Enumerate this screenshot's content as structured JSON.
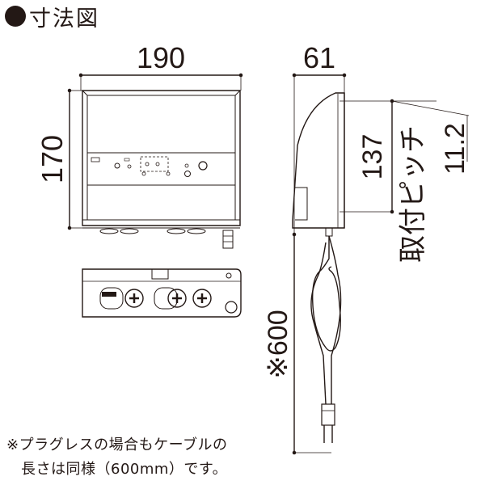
{
  "title": "寸法図",
  "dimensions": {
    "width": "190",
    "height": "170",
    "depth": "61",
    "pitch_value": "137",
    "pitch_label": "取付ピッチ",
    "offset": "11.2",
    "cord_length": "※600"
  },
  "note": {
    "line1": "※プラグレスの場合もケーブルの",
    "line2": "長さは同様（600mm）です。"
  }
}
